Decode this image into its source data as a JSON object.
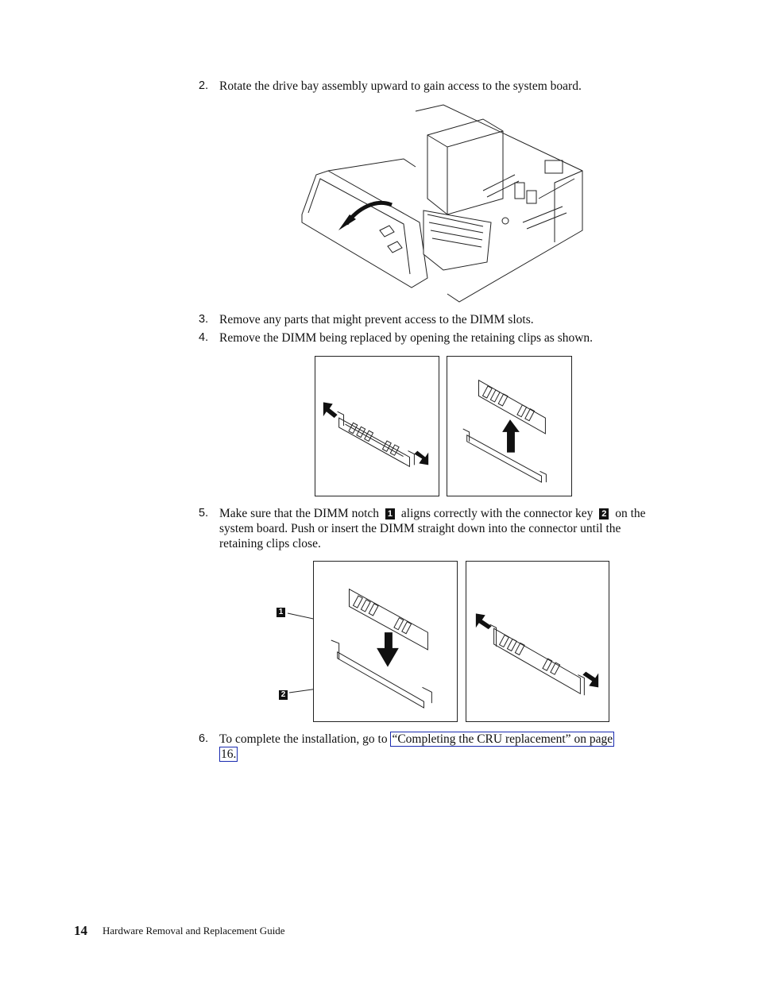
{
  "steps": [
    {
      "num": "2.",
      "text": "Rotate the drive bay assembly upward to gain access to the system board."
    },
    {
      "num": "3.",
      "text": "Remove any parts that might prevent access to the DIMM slots."
    },
    {
      "num": "4.",
      "text": "Remove the DIMM being replaced by opening the retaining clips as shown."
    },
    {
      "num": "5.",
      "text_a": "Make sure that the DIMM notch",
      "callout_1": "1",
      "text_b": "aligns correctly with the connector key",
      "callout_2": "2",
      "text_c": "on the system board. Push or insert the DIMM straight down into the connector until the retaining clips close."
    },
    {
      "num": "6.",
      "text_a": "To complete the installation, go to",
      "link_a": "“Completing the CRU replacement” on page",
      "link_b": "16."
    }
  ],
  "figure_callouts": {
    "notch": "1",
    "key": "2"
  },
  "footer": {
    "page_number": "14",
    "title": "Hardware Removal and Replacement Guide"
  }
}
